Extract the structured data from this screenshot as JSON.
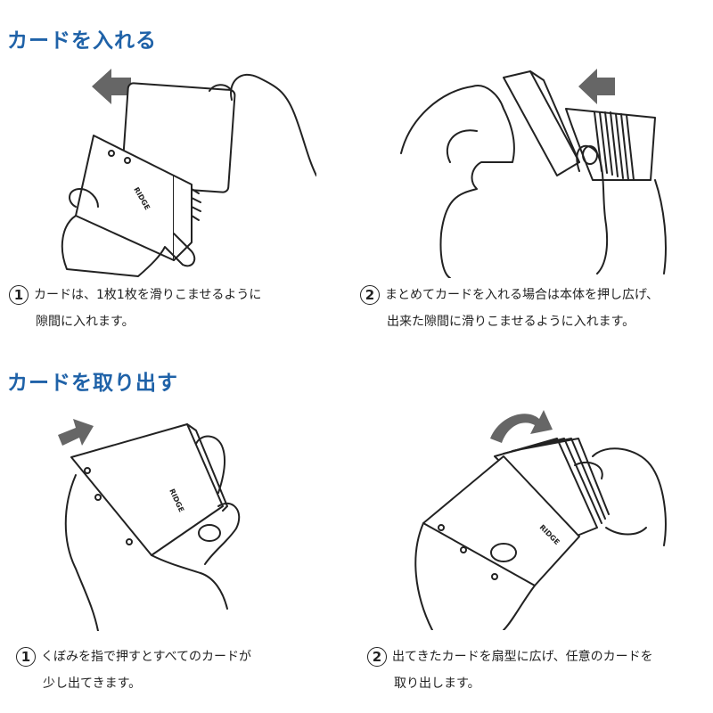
{
  "sections": {
    "insert": {
      "heading": "カードを入れる",
      "steps": [
        {
          "number": "1",
          "lines": [
            "カードは、1枚1枚を滑りこませるように",
            "隙間に入れます。"
          ]
        },
        {
          "number": "2",
          "lines": [
            "まとめてカードを入れる場合は本体を押し広げ、",
            "出来た隙間に滑りこませるように入れます。"
          ]
        }
      ]
    },
    "remove": {
      "heading": "カードを取り出す",
      "steps": [
        {
          "number": "1",
          "lines": [
            "くぼみを指で押すとすべてのカードが",
            "少し出てきます。"
          ]
        },
        {
          "number": "2",
          "lines": [
            "出てきたカードを扇型に広げ、任意のカードを",
            "取り出します。"
          ]
        }
      ]
    }
  },
  "brand_mark": "RIDGE",
  "colors": {
    "heading": "#1f62a8",
    "arrow": "#666666",
    "line": "#222222"
  }
}
